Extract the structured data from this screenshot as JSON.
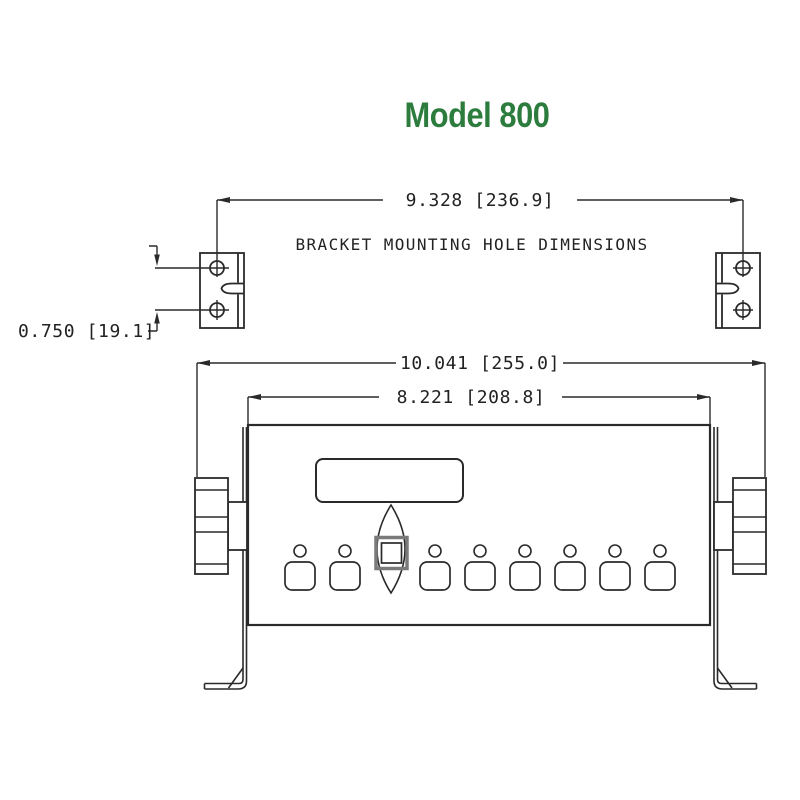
{
  "title": {
    "text": "Model 800",
    "color": "#2b7c3d"
  },
  "note": "BRACKET MOUNTING HOLE DIMENSIONS",
  "dimensions": {
    "bracket_hole_spacing_horizontal": "9.328 [236.9]",
    "bracket_hole_spacing_vertical": "0.750 [19.1]",
    "overall_width": "10.041 [255.0]",
    "faceplate_width": "8.221 [208.8]"
  },
  "drawing": {
    "line_color": "#2a2a2a",
    "front_panel": {
      "button_count": 8,
      "led_count": 8,
      "side_knob_count": 2,
      "mounting_bracket_count": 2
    }
  }
}
